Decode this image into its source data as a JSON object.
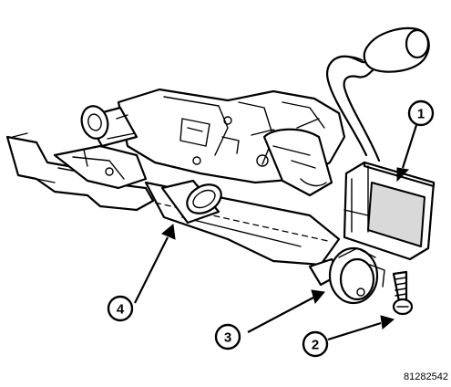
{
  "callouts": {
    "c1": "1",
    "c2": "2",
    "c3": "3",
    "c4": "4"
  },
  "figure_id": "81282542"
}
